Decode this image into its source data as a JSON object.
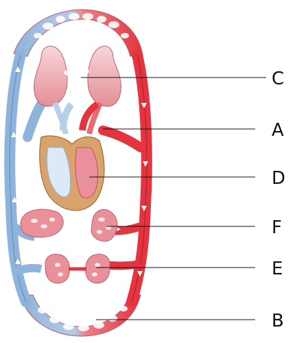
{
  "diagram": {
    "labels": [
      {
        "id": "C",
        "text": "C"
      },
      {
        "id": "A",
        "text": "A"
      },
      {
        "id": "D",
        "text": "D"
      },
      {
        "id": "F",
        "text": "F"
      },
      {
        "id": "E",
        "text": "E"
      },
      {
        "id": "B",
        "text": "B"
      }
    ],
    "colors": {
      "oxygenated": "#e3343f",
      "deoxygenated": "#8fb4dc",
      "organ_pink": "#e9909a",
      "organ_light": "#f6cdd3",
      "heart_muscle": "#d9a46c",
      "arrow": "#ffffff",
      "leader_line": "#111111"
    }
  }
}
